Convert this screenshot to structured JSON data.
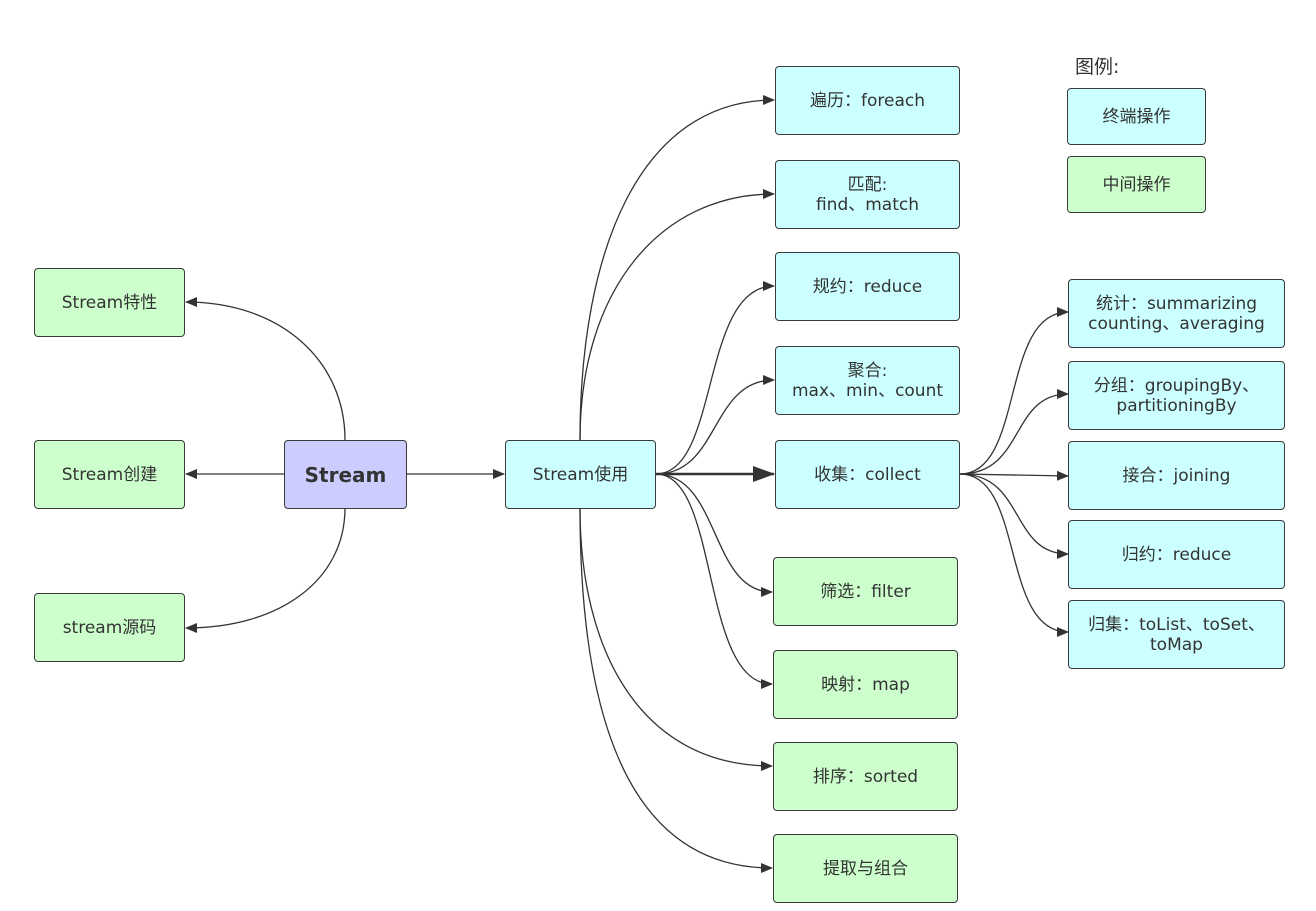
{
  "legend": {
    "title": "图例:",
    "terminal_label": "终端操作",
    "middle_label": "中间操作"
  },
  "nodes": {
    "root": "Stream",
    "features": "Stream特性",
    "create": "Stream创建",
    "source": "stream源码",
    "usage": "Stream使用",
    "foreach": "遍历：foreach",
    "match_line1": "匹配:",
    "match_line2": "find、match",
    "reduce": "规约：reduce",
    "agg_line1": "聚合:",
    "agg_line2": "max、min、count",
    "collect": "收集：collect",
    "filter": "筛选：filter",
    "map": "映射：map",
    "sorted": "排序：sorted",
    "extract": "提取与组合",
    "stat_line1": "统计：summarizing",
    "stat_line2": "counting、averaging",
    "group_line1": "分组：groupingBy、",
    "group_line2": "partitioningBy",
    "joining": "接合：joining",
    "reduce2": "归约：reduce",
    "tolist_line1": "归集：toList、toSet、",
    "tolist_line2": "toMap"
  },
  "colors": {
    "terminal": "#ccffff",
    "middle": "#ccffcc",
    "root": "#ccccff",
    "edge": "#333333"
  }
}
